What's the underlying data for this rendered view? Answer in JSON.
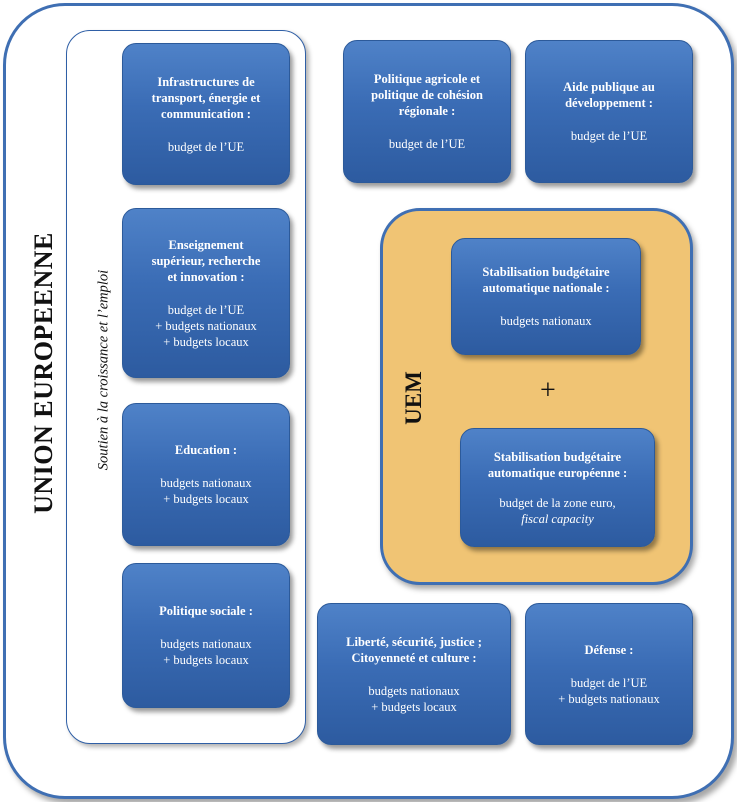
{
  "union_label": "UNION EUROPEENNE",
  "panel_label": "Soutien à la croissance et l’emploi",
  "uem_label": "UEM",
  "plus_sign": "+",
  "boxes": {
    "infrastructures": {
      "title": "Infrastructures de\ntransport, énergie et\ncommunication :",
      "body": "budget de l’UE"
    },
    "enseignement": {
      "title": "Enseignement\nsupérieur, recherche\net innovation :",
      "body": "budget de l’UE\n+ budgets nationaux\n+ budgets locaux"
    },
    "education": {
      "title": "Education :",
      "body": "budgets nationaux\n+ budgets locaux"
    },
    "politique_sociale": {
      "title": "Politique sociale :",
      "body": "budgets nationaux\n+ budgets locaux"
    },
    "politique_agricole": {
      "title": "Politique agricole et\npolitique de cohésion\nrégionale :",
      "body": "budget de l’UE"
    },
    "aide_publique": {
      "title": "Aide publique au\ndéveloppement :",
      "body": "budget de l’UE"
    },
    "stab_nationale": {
      "title": "Stabilisation budgétaire\nautomatique nationale :",
      "body": "budgets nationaux"
    },
    "stab_europeenne": {
      "title": "Stabilisation budgétaire\nautomatique européenne :",
      "body": "budget de la zone euro,",
      "body_italic": "fiscal capacity"
    },
    "liberte": {
      "title": "Liberté, sécurité, justice ;\nCitoyenneté et culture :",
      "body": "budgets nationaux\n+ budgets locaux"
    },
    "defense": {
      "title": "Défense :",
      "body": "budget de l’UE\n+ budgets nationaux"
    }
  }
}
